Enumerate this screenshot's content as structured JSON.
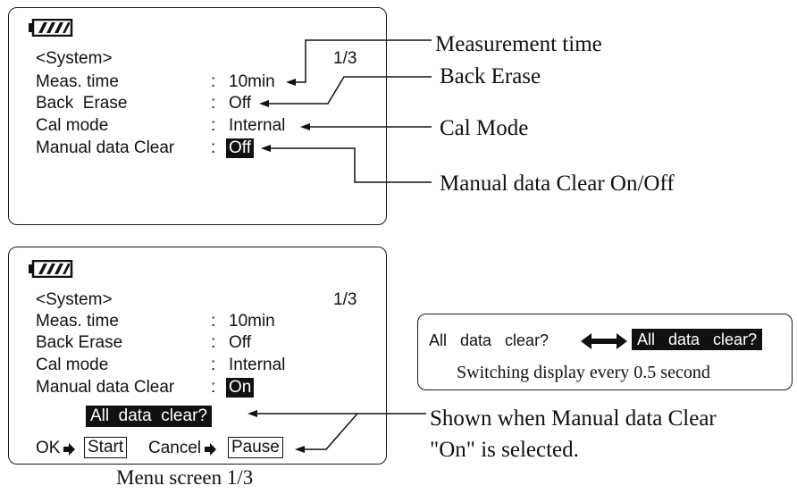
{
  "screen1": {
    "header": "<System>",
    "page": "1/3",
    "rows": [
      {
        "label": "Meas. time",
        "sep": ":",
        "value": "10min"
      },
      {
        "label": "Back  Erase",
        "sep": ":",
        "value": "Off"
      },
      {
        "label": "Cal mode",
        "sep": ":",
        "value": "Internal"
      },
      {
        "label": "Manual data Clear",
        "sep": ":",
        "value": "Off"
      }
    ]
  },
  "annotations1": {
    "measurement_time": "Measurement time",
    "back_erase": "Back Erase",
    "cal_mode": "Cal Mode",
    "manual_clear": "Manual data Clear On/Off"
  },
  "screen2": {
    "header": "<System>",
    "page": "1/3",
    "rows": [
      {
        "label": "Meas. time",
        "sep": ":",
        "value": "10min"
      },
      {
        "label": "Back Erase",
        "sep": ":",
        "value": "Off"
      },
      {
        "label": "Cal mode",
        "sep": ":",
        "value": "Internal"
      },
      {
        "label": "Manual data Clear",
        "sep": ":",
        "value": "On"
      }
    ],
    "prompt": "All  data  clear?",
    "ok_label": "OK",
    "start_label": "Start",
    "cancel_label": "Cancel",
    "pause_label": "Pause"
  },
  "switch_box": {
    "plain_text": "All   data   clear?",
    "inverted_text": "All   data   clear?",
    "caption": "Switching display every 0.5 second"
  },
  "annotations2": {
    "shown_when_line1": "Shown when Manual data Clear",
    "shown_when_line2": "\"On\" is selected."
  },
  "caption": "Menu screen 1/3",
  "icons": [
    "battery-icon",
    "right-arrow-icon",
    "double-arrow-icon"
  ]
}
